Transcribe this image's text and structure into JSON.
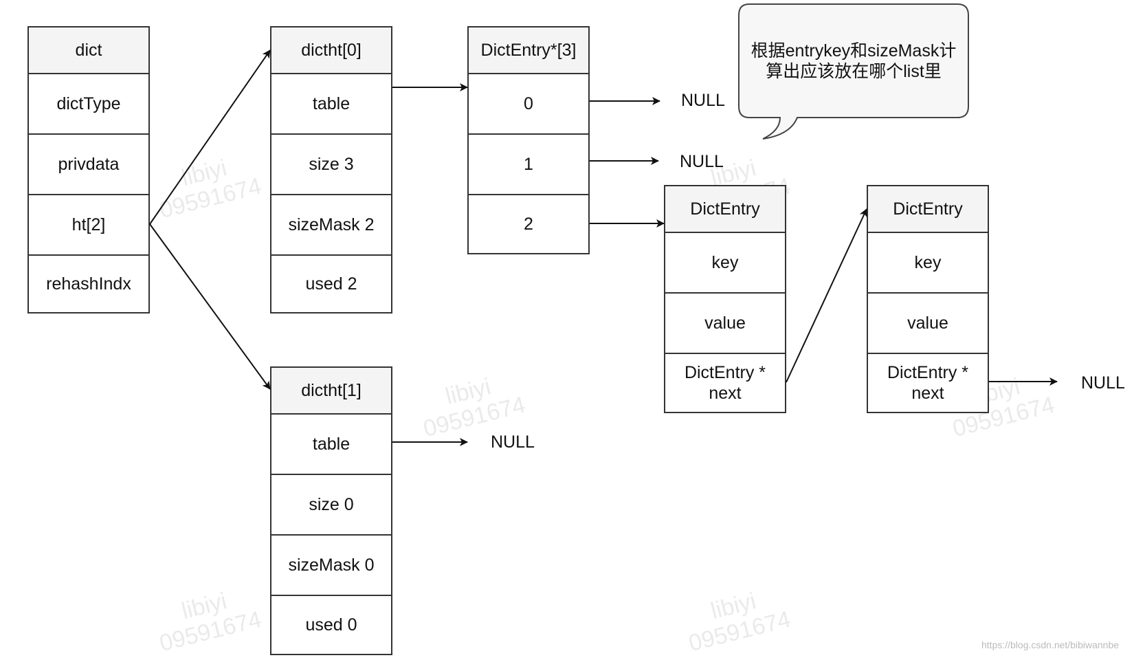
{
  "dict": {
    "title": "dict",
    "fields": [
      "dictType",
      "privdata",
      "ht[2]",
      "rehashIndx"
    ]
  },
  "dictht0": {
    "title": "dictht[0]",
    "fields": [
      "table",
      "size 3",
      "sizeMask 2",
      "used 2"
    ]
  },
  "dictht1": {
    "title": "dictht[1]",
    "fields": [
      "table",
      "size 0",
      "sizeMask 0",
      "used 0"
    ]
  },
  "table_array": {
    "title": "DictEntry*[3]",
    "fields": [
      "0",
      "1",
      "2"
    ]
  },
  "entry1": {
    "title": "DictEntry",
    "fields": [
      "key",
      "value",
      "DictEntry *\nnext"
    ]
  },
  "entry2": {
    "title": "DictEntry",
    "fields": [
      "key",
      "value",
      "DictEntry *\nnext"
    ]
  },
  "nulls": {
    "slot0": "NULL",
    "slot1": "NULL",
    "ht1_table": "NULL",
    "entry2_next": "NULL"
  },
  "callout": "根据entrykey和sizeMask计算出应该放在哪个list里",
  "watermark": "libiyi\n09591674",
  "credit": "https://blog.csdn.net/bibiwannbe",
  "colors": {
    "line": "#111111",
    "header_bg": "#f4f4f4",
    "border": "#333333"
  }
}
